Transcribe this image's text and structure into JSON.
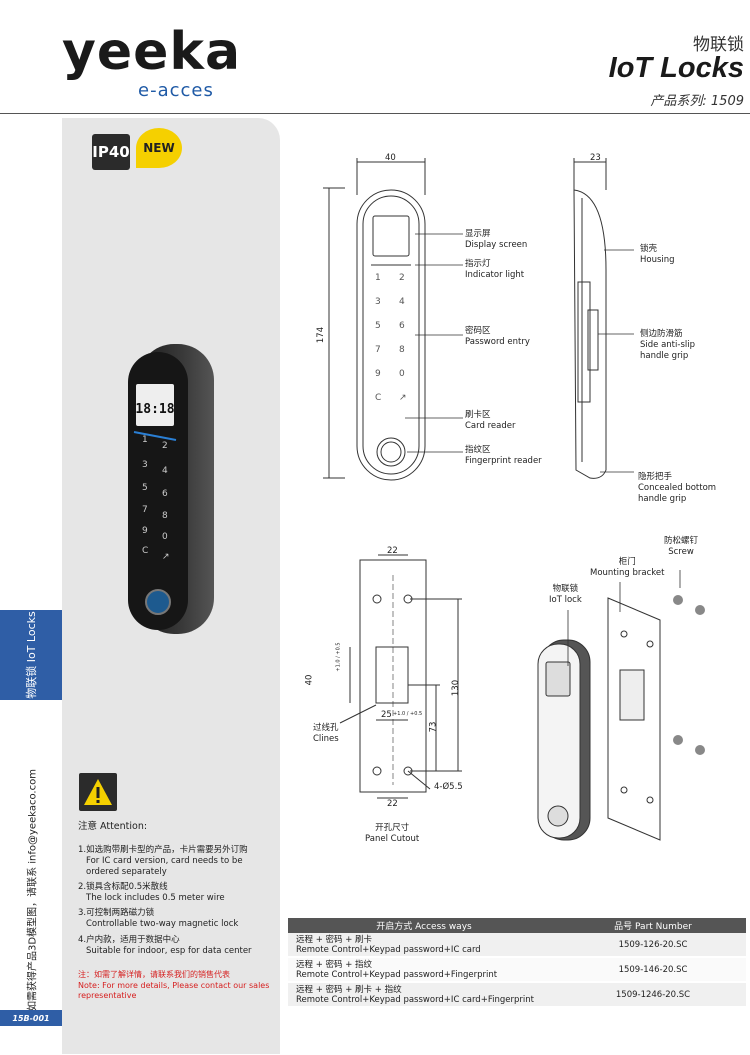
{
  "header": {
    "logo_word": "yeeka",
    "logo_sub": "e-acces",
    "title_cn": "物联锁",
    "title": "IoT Locks",
    "series": "产品系列:  1509"
  },
  "badges": {
    "ip": "IP40",
    "new": "NEW"
  },
  "product_display": {
    "time": "18:18",
    "keys": [
      "1",
      "2",
      "3",
      "4",
      "5",
      "6",
      "7",
      "8",
      "9",
      "0",
      "C",
      "↗"
    ]
  },
  "side": {
    "tab": "物联锁 IoT Locks",
    "contact": "如需获得产品3D模型图，请联系 info@yeekaco.com",
    "page_code": "15B-001"
  },
  "front_view": {
    "width_dim": "40",
    "height_dim": "174",
    "keys": [
      "1",
      "2",
      "3",
      "4",
      "5",
      "6",
      "7",
      "8",
      "9",
      "0",
      "C",
      "↗"
    ],
    "labels": [
      {
        "cn": "显示屏",
        "en": "Display screen"
      },
      {
        "cn": "指示灯",
        "en": "Indicator light"
      },
      {
        "cn": "密码区",
        "en": "Password entry"
      },
      {
        "cn": "刷卡区",
        "en": "Card reader"
      },
      {
        "cn": "指纹区",
        "en": "Fingerprint reader"
      }
    ],
    "fingerprint_en2": "reader"
  },
  "side_view": {
    "width_dim": "23",
    "labels": [
      {
        "cn": "锁壳",
        "en": "Housing"
      },
      {
        "cn": "侧边防滑筋",
        "en": "Side anti-slip",
        "en2": "handle grip"
      },
      {
        "cn": "隐形把手",
        "en": "Concealed bottom",
        "en2": "handle grip"
      }
    ]
  },
  "cutout": {
    "top_dim": "22",
    "bottom_dim": "22",
    "h130": "130",
    "h73": "73",
    "h40": "40",
    "h40_tol": "+1.0 / +0.5",
    "w25": "25",
    "w25_tol": "+1.0 / +0.5",
    "hole": "4-Ø5.5",
    "clines_cn": "过线孔",
    "clines_en": "Clines",
    "caption_cn": "开孔尺寸",
    "caption_en": "Panel Cutout"
  },
  "assembly": {
    "screw_cn": "防松螺钉",
    "screw_en": "Screw",
    "bracket_cn": "柜门",
    "bracket_en": "Mounting bracket",
    "lock_cn": "物联锁",
    "lock_en": "IoT lock"
  },
  "attention": {
    "title": "注意 Attention:",
    "notes": [
      {
        "cn": "1.如选购带刷卡型的产品，卡片需要另外订购",
        "en": "For IC card version, card needs to be ordered separately"
      },
      {
        "cn": "2.锁具含标配0.5米散线",
        "en": "The lock includes 0.5 meter wire"
      },
      {
        "cn": "3.可控制两路磁力锁",
        "en": "Controllable two-way magnetic lock"
      },
      {
        "cn": "4.户内款，适用于数据中心",
        "en": "Suitable for indoor, esp for data center"
      }
    ],
    "red_cn": "注：如需了解详情，请联系我们的销售代表",
    "red_en": "Note: For more details, Please contact our sales representative"
  },
  "table": {
    "headers": [
      "开启方式 Access ways",
      "品号 Part Number"
    ],
    "rows": [
      {
        "cn": "远程 + 密码 + 刷卡",
        "en": "Remote Control+Keypad password+IC card",
        "part": "1509-126-20.SC"
      },
      {
        "cn": "远程 + 密码 + 指纹",
        "en": "Remote Control+Keypad password+Fingerprint",
        "part": "1509-146-20.SC"
      },
      {
        "cn": "远程 + 密码 + 刷卡 + 指纹",
        "en": "Remote Control+Keypad password+IC card+Fingerprint",
        "part": "1509-1246-20.SC"
      }
    ]
  }
}
